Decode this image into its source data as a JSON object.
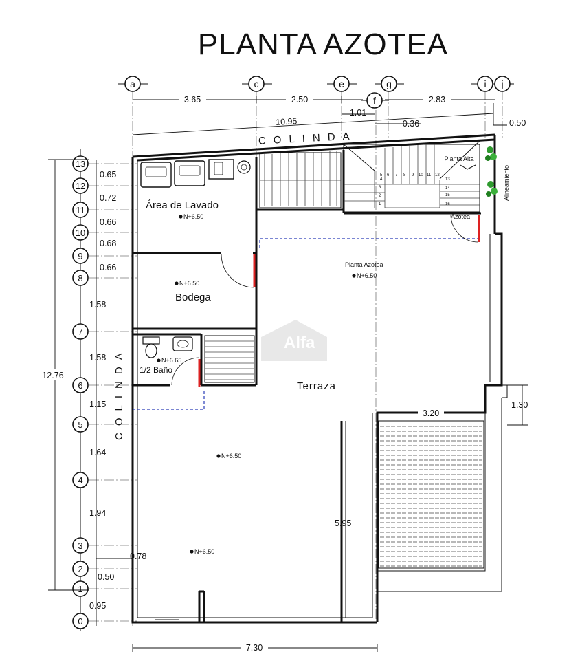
{
  "title": "PLANTA AZOTEA",
  "col_labels": [
    "a",
    "c",
    "e",
    "g",
    "f",
    "i",
    "j"
  ],
  "row_labels": [
    "13",
    "12",
    "11",
    "10",
    "9",
    "8",
    "7",
    "6",
    "5",
    "4",
    "3",
    "2",
    "1",
    "0"
  ],
  "top_dims": [
    "3.65",
    "2.50",
    "2.83",
    "1.01",
    "0.36",
    "10.95",
    "0.50"
  ],
  "left_dims": [
    "0.65",
    "0.72",
    "0.66",
    "0.68",
    "0.66",
    "1.58",
    "1.58",
    "1.15",
    "1.64",
    "1.94",
    "0.78",
    "0.50",
    "0.95"
  ],
  "total_height": "12.76",
  "colinda": "COLINDA",
  "rooms": {
    "lavado": "Área de Lavado",
    "bodega": "Bodega",
    "bano": "1/2 Baño",
    "terraza": "Terraza",
    "planta_azotea": "Planta Azotea",
    "planta_alta": "Planta Alta",
    "azotea": "Azotea",
    "alineamiento": "Alineamiento"
  },
  "levels": {
    "lavado": "N+6.50",
    "bodega": "N+6.50",
    "bano": "N+6.65",
    "planta_azotea": "N+6.50",
    "terraza_1": "N+6.50",
    "terraza_2": "N+6.50"
  },
  "stair_steps": [
    "1",
    "2",
    "3",
    "4",
    "5",
    "6",
    "7",
    "8",
    "9",
    "10",
    "11",
    "12",
    "13",
    "14",
    "15",
    "16"
  ],
  "bottom_dims": {
    "width": "7.30",
    "depth": "5.95",
    "patio": "3.20",
    "patio_h": "1.30"
  },
  "watermark": "Alfa"
}
